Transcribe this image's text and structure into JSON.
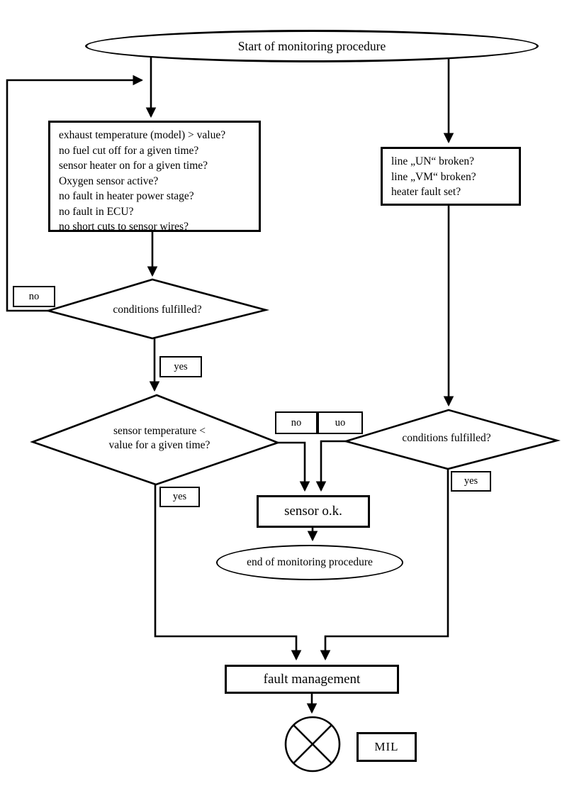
{
  "colors": {
    "ink": "#000000",
    "background": "#ffffff"
  },
  "terminators": {
    "start": "Start of monitoring procedure",
    "end": "end of monitoring procedure"
  },
  "checks_box": {
    "lines": [
      "exhaust temperature (model) > value?",
      "no fuel cut off for a given time?",
      "sensor heater on for a given time?",
      "Oxygen sensor active?",
      "no fault in heater power stage?",
      "no fault in ECU?",
      "no short cuts to sensor wires?"
    ]
  },
  "line_checks_box": {
    "lines": [
      "line „UN“ broken?",
      "line „VM“ broken?",
      "heater fault set?"
    ]
  },
  "decisions": {
    "d1": "conditions fulfilled?",
    "d2_line1": "sensor temperature <",
    "d2_line2": "value for a given time?",
    "d3": "conditions fulfilled?"
  },
  "branch_labels": {
    "no_loop": "no",
    "yes_1": "yes",
    "no_mid": "no",
    "uo_mid": "uo",
    "yes_2": "yes",
    "yes_3": "yes"
  },
  "process_nodes": {
    "sensor_ok": "sensor o.k.",
    "fault_management": "fault management",
    "mil": "MIL"
  }
}
